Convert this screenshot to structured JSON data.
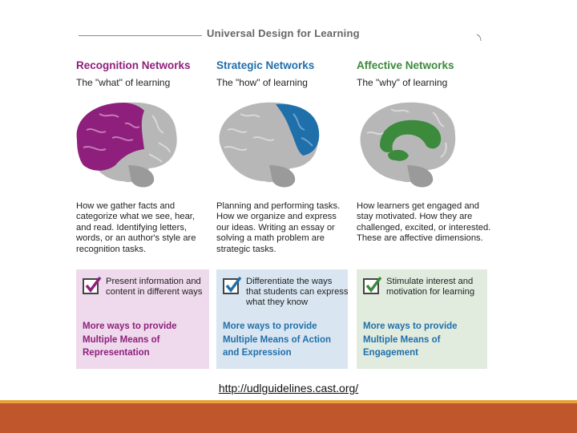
{
  "header": {
    "title": "Universal Design for Learning"
  },
  "columns": [
    {
      "title": "Recognition Networks",
      "subtitle": "The \"what\" of learning",
      "description": "How we gather facts and categorize what we see, hear, and read. Identifying letters, words, or an author's style are recognition tasks.",
      "box_text": "Present information and content in different ways",
      "more_text": "More ways to provide Multiple Means of Representation",
      "accent": "#8e1f7c",
      "box_bg": "#efd9ec",
      "brain_icon": "brain-side-view-icon"
    },
    {
      "title": "Strategic Networks",
      "subtitle": "The \"how\" of learning",
      "description": "Planning and performing tasks. How we organize and express our ideas. Writing an essay or solving a math problem are strategic tasks.",
      "box_text": "Differentiate the ways that students can express what they know",
      "more_text": "More ways to provide Multiple Means of Action and Expression",
      "accent": "#1f6fab",
      "box_bg": "#d9e6f1",
      "brain_icon": "brain-side-view-icon"
    },
    {
      "title": "Affective Networks",
      "subtitle": "The \"why\" of learning",
      "description": "How learners get engaged and stay motivated. How they are challenged, excited, or interested. These are affective dimensions.",
      "box_text": "Stimulate interest and motivation for learning",
      "more_text": "More ways to provide Multiple Means of Engagement",
      "accent": "#3c8a3c",
      "box_bg": "#e1ecdf",
      "brain_icon": "brain-midline-view-icon"
    }
  ],
  "checkbox_icon": "checkmark-box-icon",
  "footer": {
    "url": "http://udlguidelines.cast.org/"
  },
  "colors": {
    "bar_thin": "#e8a33a",
    "bar_thick": "#c0562b"
  }
}
